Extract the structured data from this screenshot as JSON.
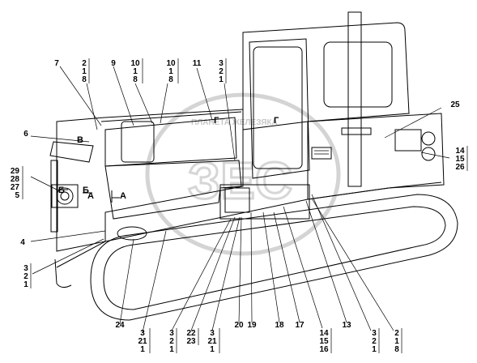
{
  "watermark": {
    "text": "ПЛАНЕТА ЖЕЛЕЗЯКА",
    "logo": "ЗЕС"
  },
  "callouts": [
    {
      "id": "c7",
      "lines": [
        "7"
      ]
    },
    {
      "id": "c2-1-8-a",
      "lines": [
        "2",
        "1",
        "8"
      ]
    },
    {
      "id": "c9",
      "lines": [
        "9"
      ]
    },
    {
      "id": "c10-1-8-a",
      "lines": [
        "10",
        "1",
        "8"
      ]
    },
    {
      "id": "c10-1-8-b",
      "lines": [
        "10",
        "1",
        "8"
      ]
    },
    {
      "id": "c11",
      "lines": [
        "11"
      ]
    },
    {
      "id": "c3-2-1-a",
      "lines": [
        "3",
        "2",
        "1"
      ]
    },
    {
      "id": "c6",
      "lines": [
        "6"
      ]
    },
    {
      "id": "c25",
      "lines": [
        "25"
      ]
    },
    {
      "id": "c14-15-26",
      "lines": [
        "14",
        "15",
        "26"
      ]
    },
    {
      "id": "c29-28-27-5",
      "lines": [
        "29",
        "28",
        "27",
        "5"
      ]
    },
    {
      "id": "c4",
      "lines": [
        "4"
      ]
    },
    {
      "id": "c3-2-1-b",
      "lines": [
        "3",
        "2",
        "1"
      ]
    },
    {
      "id": "c24",
      "lines": [
        "24"
      ]
    },
    {
      "id": "c3-21-1-a",
      "lines": [
        "3",
        "21",
        "1"
      ]
    },
    {
      "id": "c3-2-1-c",
      "lines": [
        "3",
        "2",
        "1"
      ]
    },
    {
      "id": "c22-23",
      "lines": [
        "22",
        "23"
      ]
    },
    {
      "id": "c3-21-1-b",
      "lines": [
        "3",
        "21",
        "1"
      ]
    },
    {
      "id": "c20",
      "lines": [
        "20"
      ]
    },
    {
      "id": "c19",
      "lines": [
        "19"
      ]
    },
    {
      "id": "c18",
      "lines": [
        "18"
      ]
    },
    {
      "id": "c17",
      "lines": [
        "17"
      ]
    },
    {
      "id": "c14-15-16",
      "lines": [
        "14",
        "15",
        "16"
      ]
    },
    {
      "id": "c13",
      "lines": [
        "13"
      ]
    },
    {
      "id": "c3-2-1-d",
      "lines": [
        "3",
        "2",
        "1"
      ]
    },
    {
      "id": "c2-1-8-b",
      "lines": [
        "2",
        "1",
        "8"
      ]
    }
  ],
  "view_letters": [
    {
      "id": "v-v",
      "text": "В"
    },
    {
      "id": "v-g1",
      "text": "Г"
    },
    {
      "id": "v-g2",
      "text": "Г"
    },
    {
      "id": "v-a1",
      "text": "А"
    },
    {
      "id": "v-a2",
      "text": "А"
    },
    {
      "id": "v-b1",
      "text": "Б"
    },
    {
      "id": "v-b2",
      "text": "Б"
    }
  ]
}
